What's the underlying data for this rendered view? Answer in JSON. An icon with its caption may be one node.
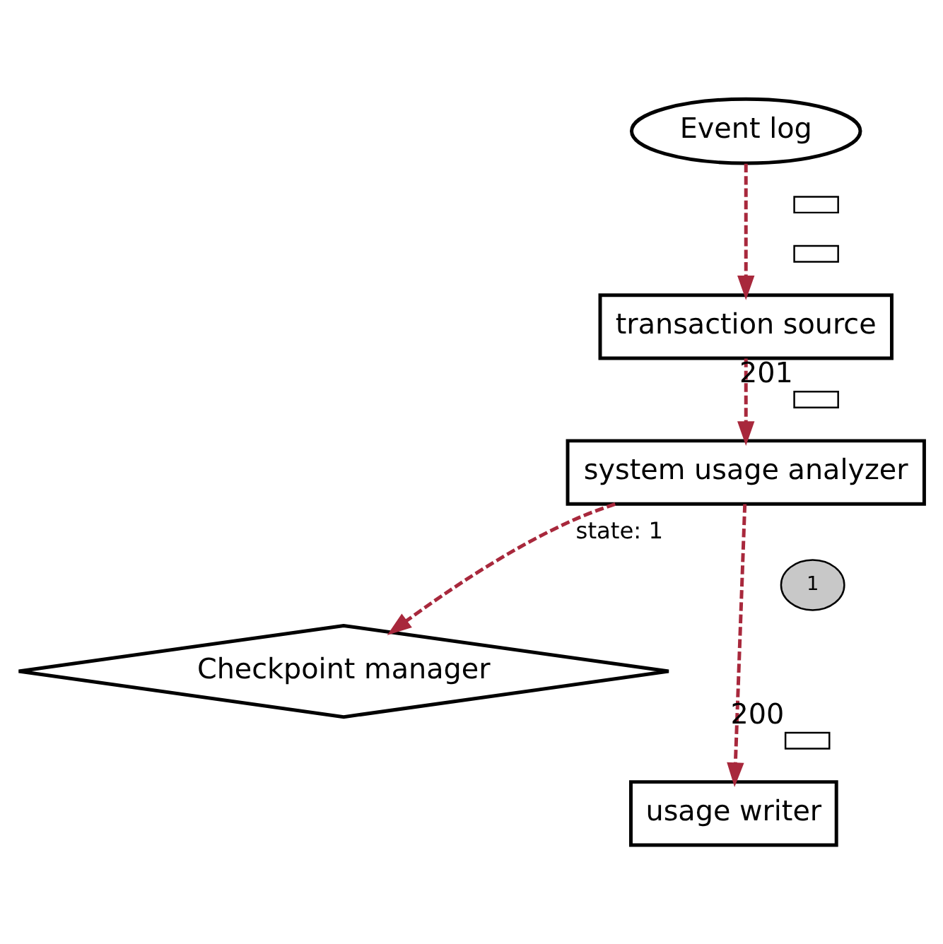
{
  "diagram": {
    "nodes": [
      {
        "text": [
          "Event log"
        ]
      },
      {
        "text": [
          "transaction source"
        ]
      },
      {
        "text": [
          "system usage analyzer"
        ]
      },
      {
        "text": [
          "Checkpoint manager"
        ]
      },
      {
        "text": [
          "usage writer"
        ]
      },
      {
        "text": [
          "1"
        ]
      },
      {
        "text": [],
        "shape": "box"
      },
      {
        "text": [],
        "shape": "box"
      },
      {
        "text": [],
        "shape": "box",
        "beside": [
          "201"
        ]
      },
      {
        "text": [],
        "shape": "box",
        "beside": [
          "200"
        ]
      }
    ],
    "edges": [
      {
        "from": 0,
        "to": 1,
        "arrow": "to",
        "style": "dashed",
        "color": "#a8283c"
      },
      {
        "from": 1,
        "to": 2,
        "arrow": "to",
        "style": "dashed",
        "color": "#a8283c"
      },
      {
        "from": 2,
        "to": 3,
        "arrow": "to",
        "label": "state: 1",
        "style": "dashed",
        "color": "#a8283c"
      },
      {
        "from": 2,
        "to": 4,
        "arrow": "to",
        "style": "dashed",
        "color": "#a8283c"
      }
    ]
  }
}
